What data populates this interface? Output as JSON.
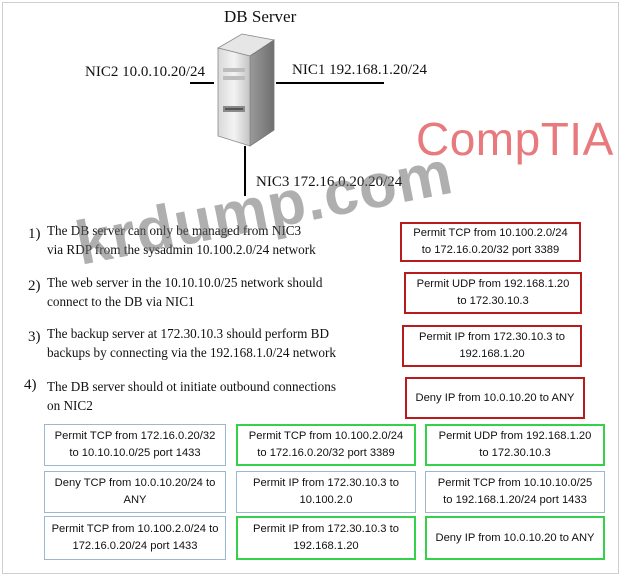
{
  "diagram": {
    "title": "DB Server",
    "nic2_label": "NIC2 10.0.10.20/24",
    "nic1_label": "NIC1 192.168.1.20/24",
    "nic3_label": "NIC3 172.16.0.20.20/24",
    "logo_text": "CompTIA",
    "watermark": "krdump.com",
    "colors": {
      "logo": "#e87a7e",
      "target_border": "#b81b1b",
      "option_border": "#9db7d0",
      "correct_border": "#35d14a"
    }
  },
  "requirements": [
    {
      "number": "1)",
      "line1": "The DB server can only be managed from NIC3",
      "line2": "via RDP from the sysadmin 10.100.2.0/24 network",
      "answer": "Permit TCP from 10.100.2.0/24 to 172.16.0.20/32 port 3389"
    },
    {
      "number": "2)",
      "line1": "The web server in the 10.10.10.0/25 network should",
      "line2": "connect to the DB via NIC1",
      "answer": "Permit UDP from 192.168.1.20 to 172.30.10.3"
    },
    {
      "number": "3)",
      "line1": "The backup server at 172.30.10.3 should perform BD",
      "line2": "backups by connecting via the 192.168.1.0/24 network",
      "answer": "Permit IP from 172.30.10.3 to 192.168.1.20"
    },
    {
      "number": "4)",
      "line1": "The DB server should ot initiate outbound connections",
      "line2": "on NIC2",
      "answer": "Deny IP from 10.0.10.20 to ANY"
    }
  ],
  "options": [
    {
      "text": "Permit TCP from 172.16.0.20/32 to 10.10.10.0/25 port 1433",
      "highlighted": false
    },
    {
      "text": "Permit TCP from 10.100.2.0/24 to 172.16.0.20/32 port 3389",
      "highlighted": true
    },
    {
      "text": "Permit UDP from 192.168.1.20 to 172.30.10.3",
      "highlighted": true
    },
    {
      "text": "Deny TCP from 10.0.10.20/24 to ANY",
      "highlighted": false
    },
    {
      "text": "Permit IP from 172.30.10.3 to 10.100.2.0",
      "highlighted": false
    },
    {
      "text": "Permit TCP from 10.10.10.0/25 to 192.168.1.20/24  port 1433",
      "highlighted": false
    },
    {
      "text": "Permit TCP from 10.100.2.0/24 to 172.16.0.20/24 port 1433",
      "highlighted": false
    },
    {
      "text": "Permit IP from 172.30.10.3 to 192.168.1.20",
      "highlighted": true
    },
    {
      "text": "Deny IP from 10.0.10.20 to ANY",
      "highlighted": true
    }
  ]
}
